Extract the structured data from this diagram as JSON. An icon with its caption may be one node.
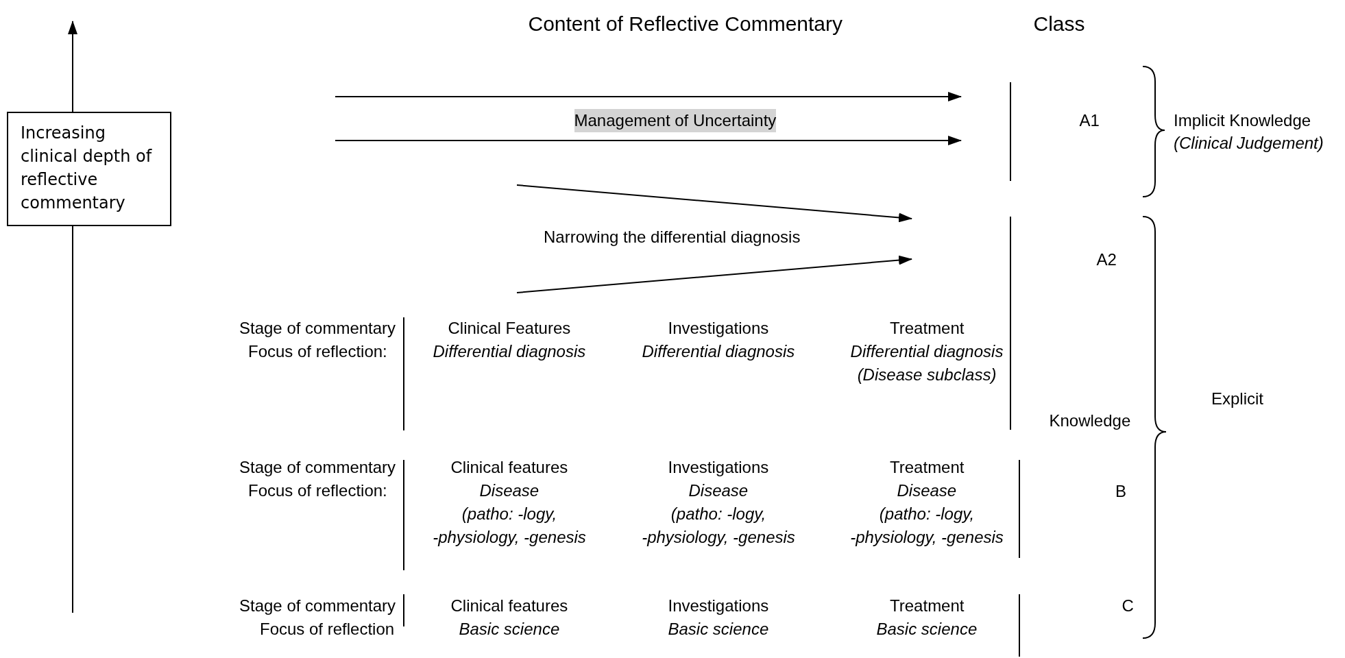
{
  "diagram": {
    "nodes": [
      {
        "text": [
          "Increasing clinical depth of reflective commentary"
        ]
      }
    ],
    "labels": [
      "Content of Reflective Commentary",
      "Class",
      "Management of Uncertainty",
      "A1",
      "Implicit Knowledge",
      "(Clinical Judgement)",
      "Narrowing the differential diagnosis",
      "A2",
      "Stage of commentary",
      "Focus of reflection:",
      "Clinical Features",
      "Differential diagnosis",
      "Investigations",
      "Differential diagnosis",
      "Treatment",
      "Differential diagnosis (Disease subclass)",
      "Knowledge",
      "Explicit",
      "Stage of commentary",
      "Focus of reflection:",
      "Clinical features",
      "Disease",
      "(patho: -logy, -physiology, -genesis",
      "Investigations",
      "Disease",
      "(patho: -logy, -physiology, -genesis",
      "Treatment",
      "Disease",
      "(patho: -logy, -physiology, -genesis",
      "B",
      "Stage of commentary",
      "Focus of reflection",
      "Clinical features",
      "Basic science",
      "Investigations",
      "Basic science",
      "Treatment",
      "Basic science",
      "C"
    ]
  }
}
